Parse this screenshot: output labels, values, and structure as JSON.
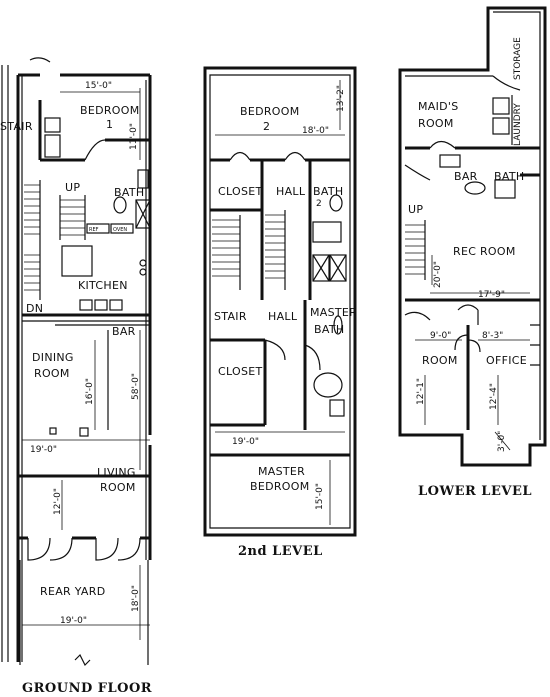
{
  "ground": {
    "caption": "GROUND FLOOR",
    "stair": "STAIR",
    "bedroom": "BEDROOM",
    "bedroom_num": "1",
    "bedroom_w": "15'-0\"",
    "bedroom_d": "11'-0\"",
    "bath": "BATH",
    "up": "UP",
    "dn": "DN",
    "kitchen": "KITCHEN",
    "ref": "REF",
    "oven": "OVEN",
    "bar": "BAR",
    "dining1": "DINING",
    "dining2": "ROOM",
    "dim16": "16'-0\"",
    "dim58": "58'-0\"",
    "dim19a": "19'-0\"",
    "living1": "LIVING",
    "living2": "ROOM",
    "dim12": "12'-0\"",
    "yard": "REAR YARD",
    "dim19b": "19'-0\"",
    "dim18": "18'-0\""
  },
  "second": {
    "caption": "2nd LEVEL",
    "bedroom": "BEDROOM",
    "bedroom_num": "2",
    "dim13": "13'-2\"",
    "dim18": "18'-0\"",
    "closet1": "CLOSET",
    "hall1": "HALL",
    "bath": "BATH",
    "bath_num": "2",
    "stair": "STAIR",
    "hall2": "HALL",
    "master_bath1": "MASTER",
    "master_bath2": "BATH",
    "closet2": "CLOSET",
    "dim19": "19'-0\"",
    "master1": "MASTER",
    "master2": "BEDROOM",
    "dim15": "15'-0\""
  },
  "lower": {
    "caption": "LOWER LEVEL",
    "storage": "STORAGE",
    "maids1": "MAID'S",
    "maids2": "ROOM",
    "laundry": "LAUNDRY",
    "bar": "BAR",
    "bath": "BATH",
    "up": "UP",
    "rec": "REC ROOM",
    "dim20": "20'-0\"",
    "dim17": "17'-9\"",
    "dim9": "9'-0\"",
    "dim8": "8'-3\"",
    "room": "ROOM",
    "office": "OFFICE",
    "dim12a": "12'-1\"",
    "dim12b": "12'-4\"",
    "dim3": "3'-0\""
  }
}
